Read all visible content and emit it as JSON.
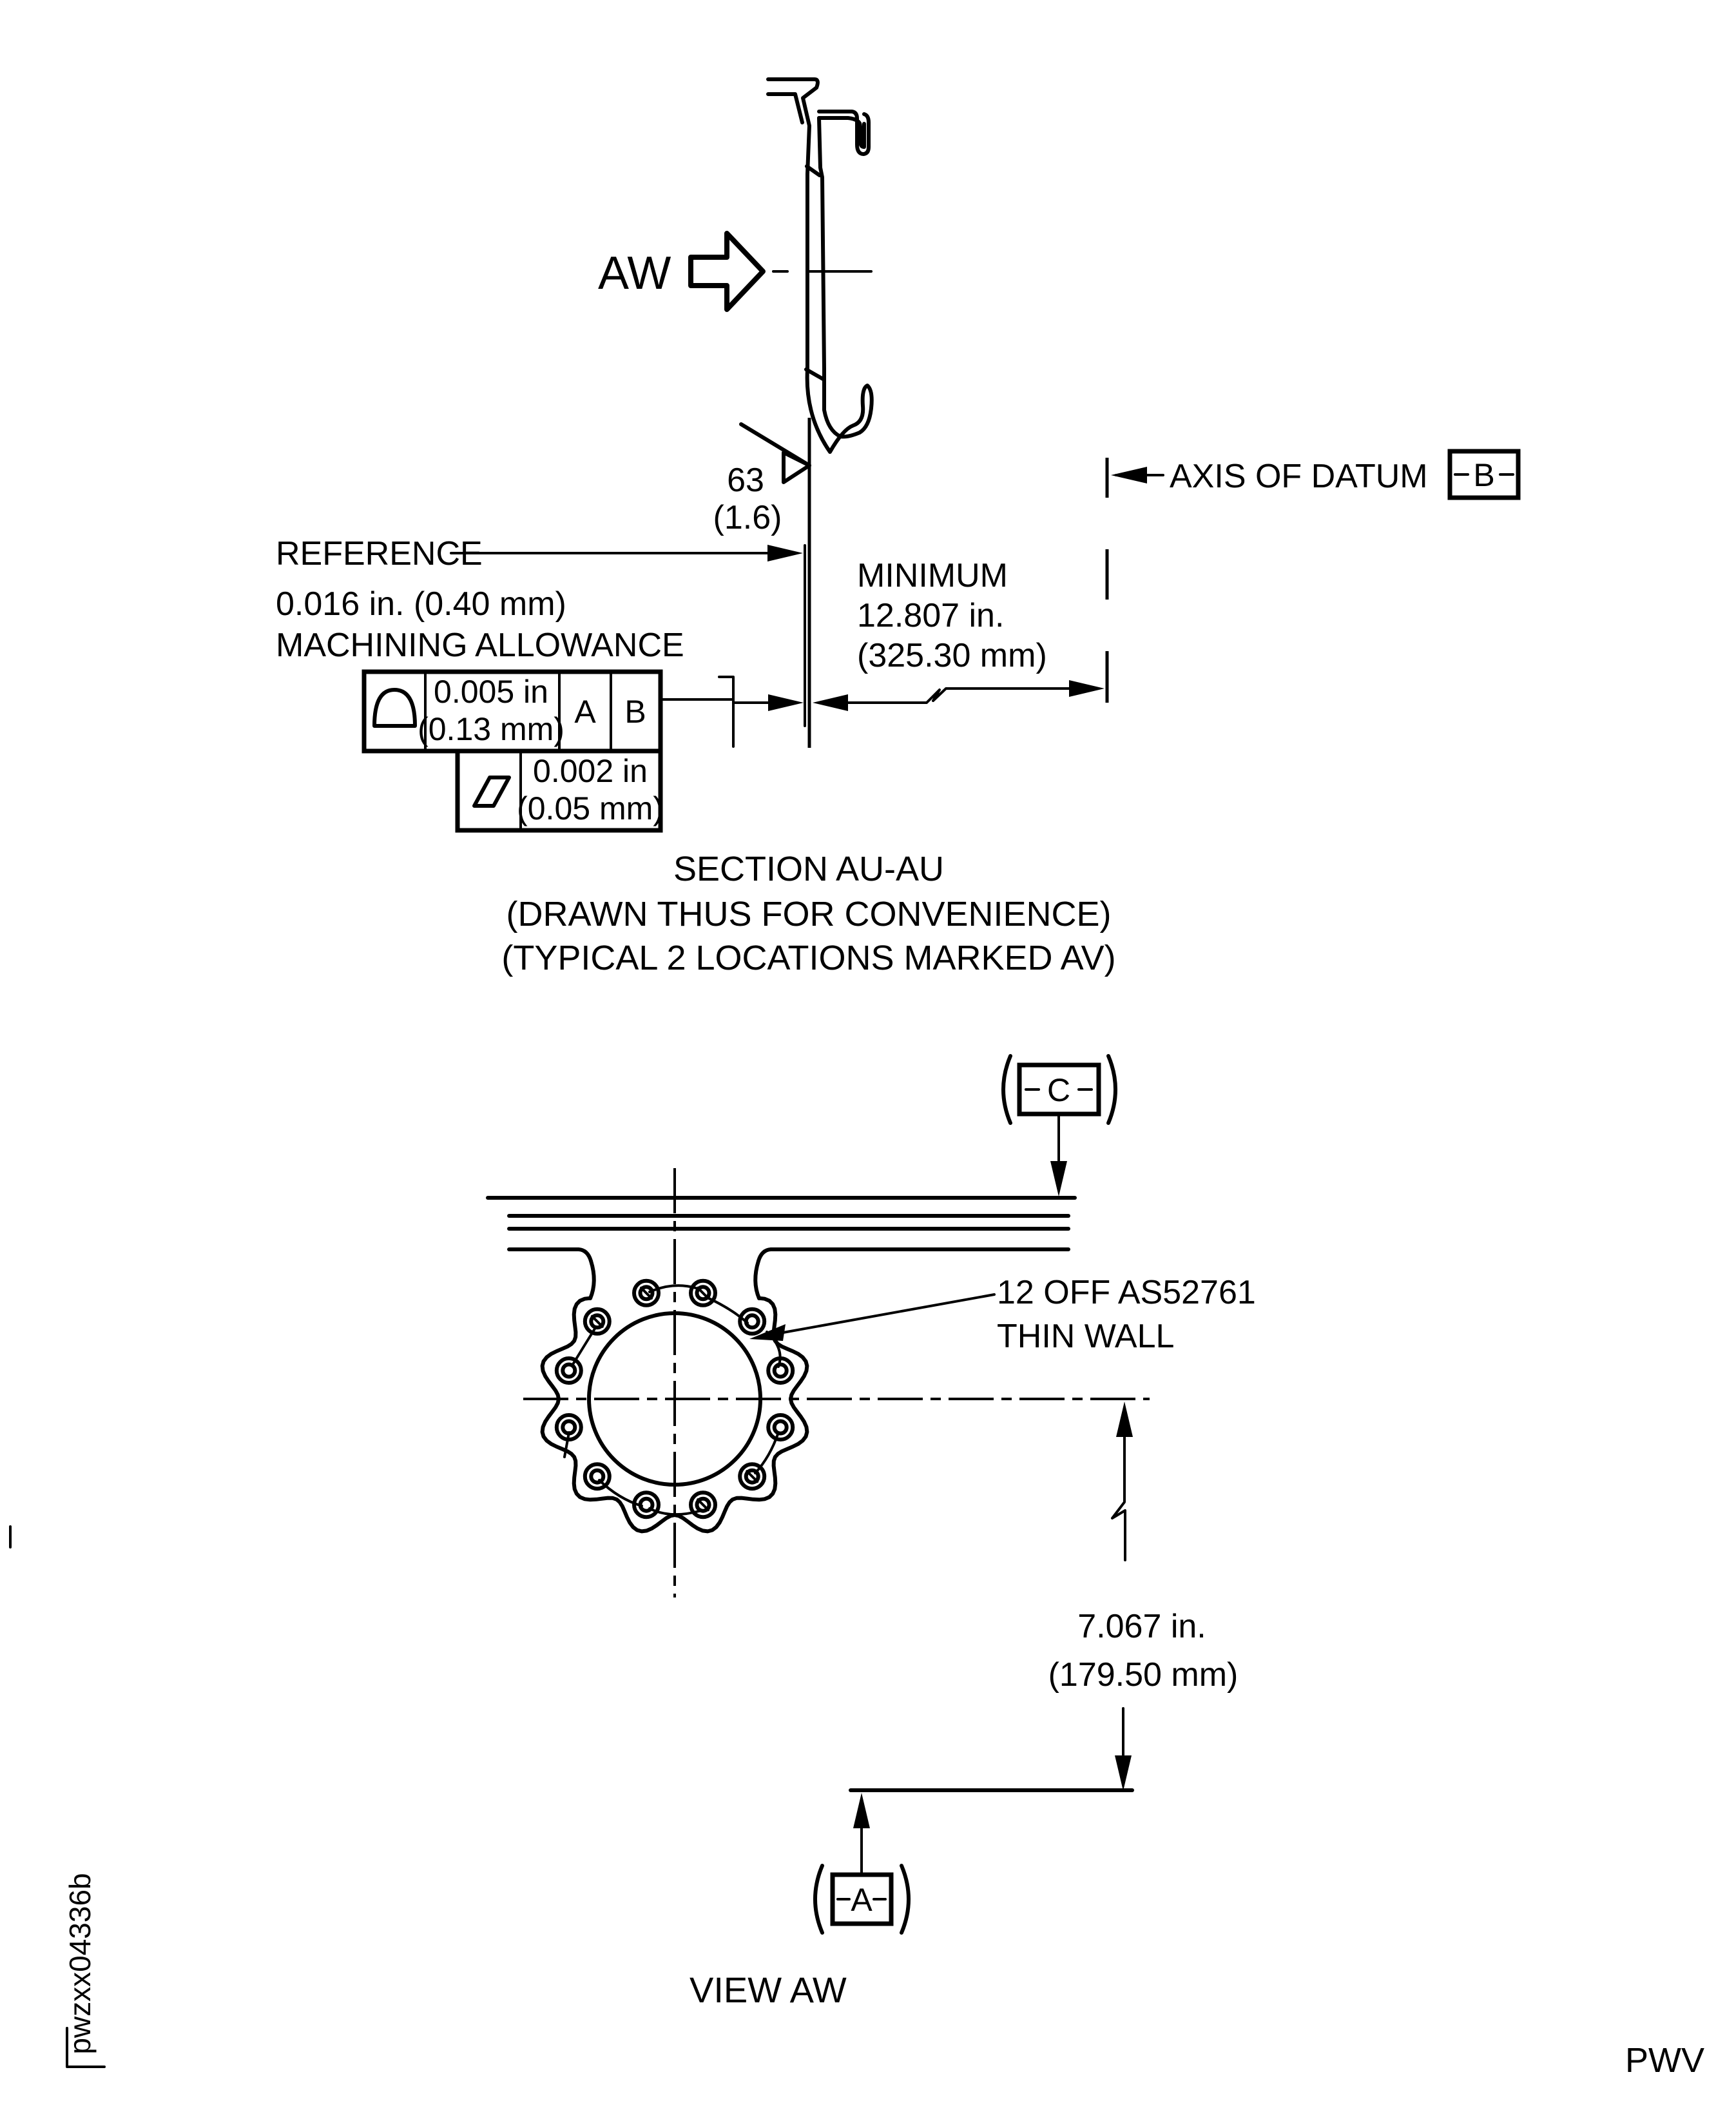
{
  "drawing": {
    "aw_arrow_label": "AW",
    "surface_finish": {
      "value": "63",
      "metric": "(1.6)"
    },
    "axis_of_datum": {
      "label": "AXIS OF DATUM",
      "datum": "B"
    },
    "reference_note": {
      "line1": "REFERENCE",
      "line2": "0.016 in. (0.40 mm)",
      "line3": "MACHINING ALLOWANCE"
    },
    "minimum_dim": {
      "line1": "MINIMUM",
      "line2": "12.807 in.",
      "line3": "(325.30 mm)"
    },
    "fcf_profile": {
      "symbol": "profile-of-a-surface",
      "tolerance_in": "0.005 in",
      "tolerance_mm": "(0.13 mm)",
      "datum_a": "A",
      "datum_b": "B"
    },
    "fcf_flatness": {
      "symbol": "flatness",
      "tolerance_in": "0.002 in",
      "tolerance_mm": "(0.05 mm)"
    },
    "section_title": {
      "line1": "SECTION AU-AU",
      "line2": "(DRAWN THUS FOR CONVENIENCE)",
      "line3": "(TYPICAL 2 LOCATIONS MARKED AV)"
    },
    "datum_c": "C",
    "hole_callout": {
      "line1": "12 OFF AS52761",
      "line2": "THIN WALL"
    },
    "height_dim": {
      "line1": "7.067 in.",
      "line2": "(179.50 mm)"
    },
    "datum_a": "A",
    "view_title": "VIEW AW",
    "doc_number": "pwzxx04336b",
    "page_code": "PWV"
  }
}
